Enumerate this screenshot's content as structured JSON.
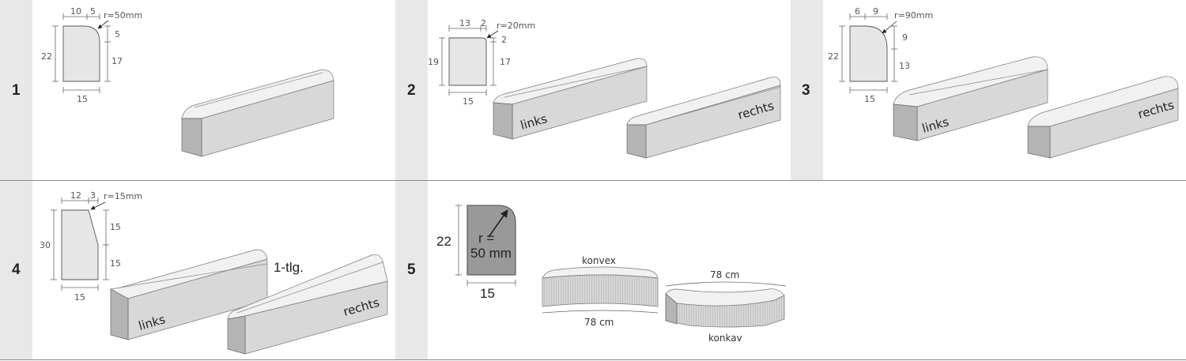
{
  "panels": [
    {
      "number": "1",
      "dims": {
        "top_a": "10",
        "top_b": "5",
        "radius": "r=50mm",
        "side_a": "5",
        "side_b": "17",
        "height": "22",
        "width": "15"
      }
    },
    {
      "number": "2",
      "dims": {
        "top_a": "13",
        "top_b": "2",
        "radius": "r=20mm",
        "side_a": "2",
        "side_b": "17",
        "height": "19",
        "width": "15"
      },
      "labels": {
        "left": "links",
        "right": "rechts"
      }
    },
    {
      "number": "3",
      "dims": {
        "top_a": "6",
        "top_b": "9",
        "radius": "r=90mm",
        "side_a": "9",
        "side_b": "13",
        "height": "22",
        "width": "15"
      },
      "labels": {
        "left": "links",
        "right": "rechts"
      }
    },
    {
      "number": "4",
      "dims": {
        "top_a": "12",
        "top_b": "3",
        "radius": "r=15mm",
        "side_a": "15",
        "side_b": "15",
        "height": "30",
        "width": "15"
      },
      "labels": {
        "left": "links",
        "right": "rechts",
        "note": "1-tlg."
      }
    },
    {
      "number": "5",
      "dims": {
        "height": "22",
        "width": "15",
        "radius_line1": "r =",
        "radius_line2": "50 mm"
      },
      "labels": {
        "convex": "konvex",
        "concave": "konkav",
        "convex_length": "78 cm",
        "concave_length": "78 cm"
      }
    }
  ]
}
